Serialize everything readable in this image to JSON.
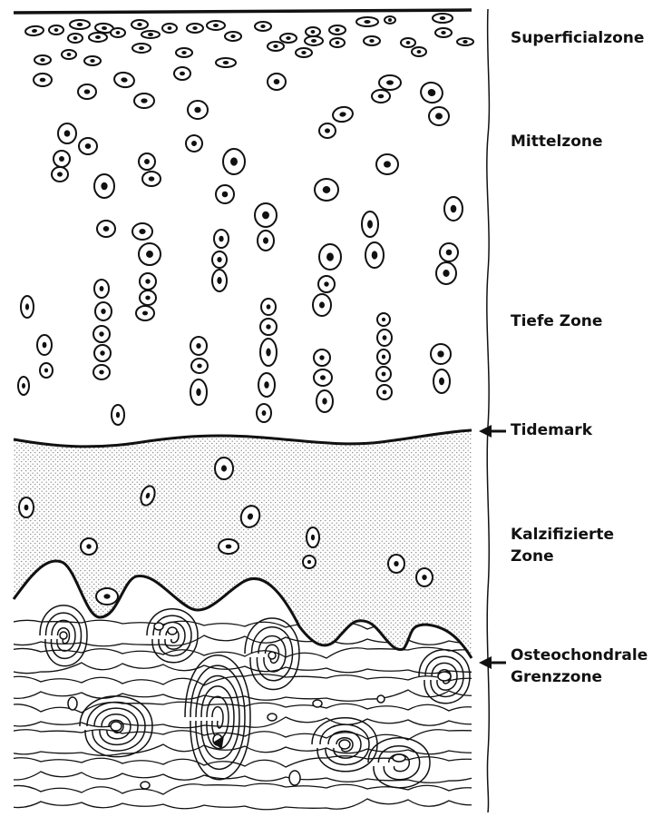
{
  "colors": {
    "ink": "#111111",
    "background": "#ffffff",
    "stipple": "#8a8a8a"
  },
  "zones": [
    {
      "id": "superficial",
      "label": "Superficialzone"
    },
    {
      "id": "middle",
      "label": "Mittelzone"
    },
    {
      "id": "deep",
      "label": "Tiefe Zone"
    },
    {
      "id": "tidemark",
      "label": "Tidemark"
    },
    {
      "id": "calcified",
      "label_line1": "Kalzifizierte",
      "label_line2": "Zone"
    },
    {
      "id": "osteochondral",
      "label_line1": "Osteochondrale",
      "label_line2": "Grenzzone"
    }
  ]
}
